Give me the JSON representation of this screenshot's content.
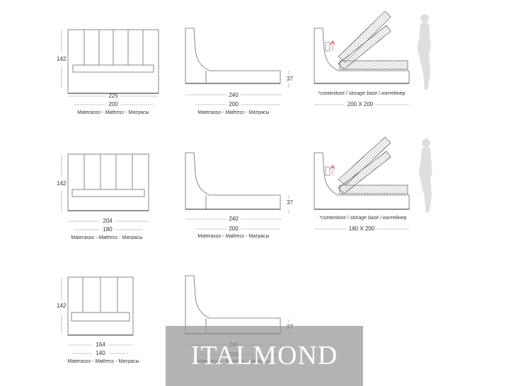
{
  "colors": {
    "line": "#6a6a6a",
    "dim": "#9a9a9a",
    "arrow": "#d02020",
    "watermark_bg": "#969696",
    "watermark_text": "#ffffff"
  },
  "rows": [
    {
      "front": {
        "height": "142",
        "width": "225",
        "mattress_width": "200"
      },
      "side": {
        "length": "240",
        "mattress_length": "200",
        "base_height": "37"
      },
      "storage": {
        "label_lead": "*contenitore / ",
        "label_en": "storage base",
        "label_ru": " / контейнер",
        "size": "200 X 200"
      }
    },
    {
      "front": {
        "height": "142",
        "width": "204",
        "mattress_width": "180"
      },
      "side": {
        "length": "240",
        "mattress_length": "200",
        "base_height": "37"
      },
      "storage": {
        "label_lead": "*contenitore / ",
        "label_en": "storage base",
        "label_ru": " / контейнер",
        "size": "180 X 200"
      }
    },
    {
      "front": {
        "height": "142",
        "width": "164",
        "mattress_width": "140"
      },
      "side": {
        "length": "240",
        "mattress_length": "200",
        "base_height": "37"
      }
    }
  ],
  "mattress_caption": {
    "it": "Materasso - ",
    "en": "Mattress",
    "ru": " - Матрасы"
  },
  "watermark": "ITALMOND"
}
